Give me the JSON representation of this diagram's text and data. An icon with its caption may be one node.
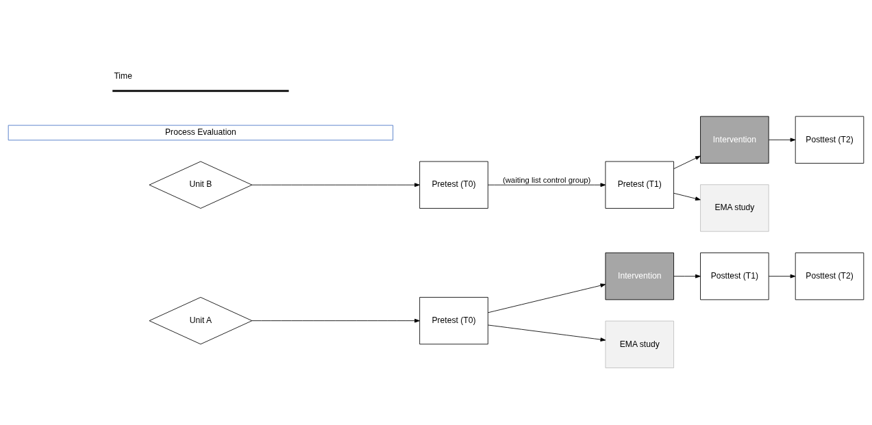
{
  "diagram": {
    "nodes": [
      {
        "text": [
          "Unit A"
        ]
      },
      {
        "text": [
          "Pretest (T0)"
        ]
      },
      {
        "text": [
          "Intervention"
        ]
      },
      {
        "text": [
          "Posttest (T1)"
        ]
      },
      {
        "text": [
          "Posttest (T2)"
        ]
      },
      {
        "text": [
          "EMA study"
        ]
      },
      {
        "text": [
          "Unit B"
        ]
      },
      {
        "text": [
          "Pretest (T0)"
        ]
      },
      {
        "text": [
          "Pretest (T1)"
        ]
      },
      {
        "text": [
          "Intervention"
        ]
      },
      {
        "text": [
          "Posttest (T2)"
        ]
      },
      {
        "text": [
          "EMA study"
        ]
      },
      {
        "text": [
          "Process Evaluation"
        ]
      }
    ],
    "edges": [
      {
        "from": 0,
        "to": 1,
        "arrow": "to"
      },
      {
        "from": 1,
        "to": 2,
        "arrow": "to"
      },
      {
        "from": 2,
        "to": 3,
        "arrow": "to"
      },
      {
        "from": 3,
        "to": 4,
        "arrow": "to"
      },
      {
        "from": 1,
        "to": 5,
        "arrow": "to"
      },
      {
        "from": 6,
        "to": 7,
        "arrow": "to"
      },
      {
        "from": 7,
        "to": 8,
        "label": "(waiting list control group)",
        "arrow": "to"
      },
      {
        "from": 8,
        "to": 9,
        "arrow": "to"
      },
      {
        "from": 9,
        "to": 10,
        "arrow": "to"
      },
      {
        "from": 8,
        "to": 11,
        "arrow": "to"
      }
    ],
    "labels": [
      "Time"
    ]
  }
}
